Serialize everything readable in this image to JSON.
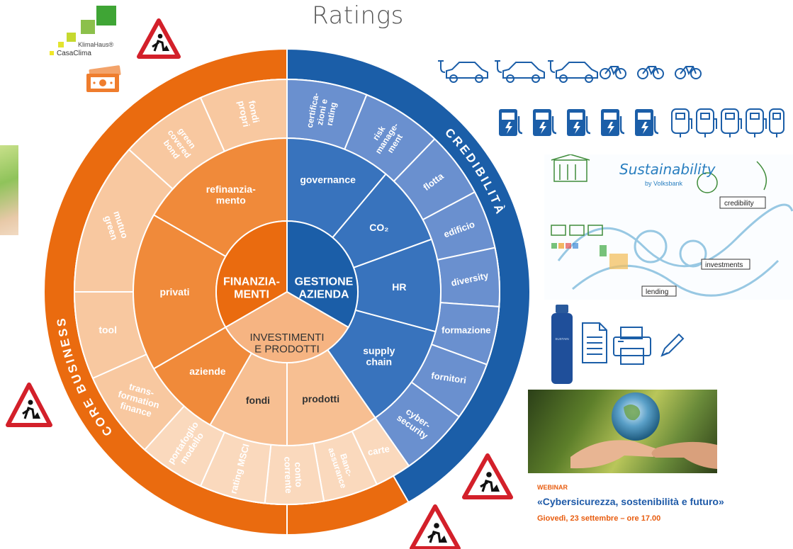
{
  "header": {
    "title": "Ratings"
  },
  "logo": {
    "brand_line1": "KlimaHaus®",
    "brand_line2": "CasaClima"
  },
  "wheel": {
    "colors": {
      "orange_dark": "#ea6b0f",
      "orange_mid": "#f08a3a",
      "orange_light": "#f6ad76",
      "peach": "#f8c8a0",
      "blue_dark": "#1b5ea8",
      "blue_mid": "#3873bd",
      "blue_light": "#6a90cf",
      "white": "#ffffff"
    },
    "outer_labels": {
      "left": "CORE BUSINESS",
      "right": "CREDIBILITÀ"
    },
    "center": {
      "finanziamenti": [
        "FINANZIA-",
        "MENTI"
      ],
      "gestione": [
        "GESTIONE",
        "AZIENDA"
      ],
      "investimenti": [
        "INVESTIMENTI",
        "E PRODOTTI"
      ]
    },
    "middle": {
      "refinanziamento": [
        "refinanzia-",
        "mento"
      ],
      "privati": [
        "privati"
      ],
      "aziende": [
        "aziende"
      ],
      "governance": [
        "governance"
      ],
      "co2": [
        "CO₂"
      ],
      "hr": [
        "HR"
      ],
      "supply_chain": [
        "supply",
        "chain"
      ],
      "fondi": [
        "fondi"
      ],
      "prodotti": [
        "prodotti"
      ]
    },
    "outer": {
      "fondi_propri": [
        "fondi",
        "propri"
      ],
      "green_covered_bond": [
        "green",
        "covered",
        "bond"
      ],
      "mutuo_green": [
        "mutuo",
        "green"
      ],
      "tool": [
        "tool"
      ],
      "transformation_finance": [
        "trans-",
        "formation",
        "finance"
      ],
      "certificazioni": [
        "certifica-",
        "zioni e",
        "rating"
      ],
      "risk_management": [
        "risk",
        "manage-",
        "ment"
      ],
      "flotta": [
        "flotta"
      ],
      "edificio": [
        "edificio"
      ],
      "diversity": [
        "diversity"
      ],
      "formazione": [
        "formazione"
      ],
      "fornitori": [
        "fornitori"
      ],
      "cybersecurity": [
        "cyber-",
        "security"
      ],
      "portafoglio_modello": [
        "portafoglio",
        "modello"
      ],
      "rating_msci": [
        "rating MSCI"
      ],
      "conto_corrente": [
        "conto",
        "corrente"
      ],
      "bancassurance": [
        "Banc-",
        "assurance"
      ],
      "carte": [
        "carte"
      ]
    }
  },
  "sustainability": {
    "title": "Sustainability",
    "subtitle": "by Volksbank",
    "tag_credibility": "credibility",
    "tag_investments": "investments",
    "tag_lending": "lending"
  },
  "bottle": {
    "label": "SUSTAIN"
  },
  "webinar": {
    "tag": "WEBINAR",
    "title": "«Cybersicurezza, sostenibilità e futuro»",
    "date": "Giovedì, 23 settembre – ore 17.00"
  },
  "icons": [
    "warning-roadwork-icon",
    "money-icon",
    "ev-car-icon",
    "bicycle-icon",
    "charging-station-icon",
    "document-icon",
    "printer-icon",
    "pen-icon"
  ]
}
